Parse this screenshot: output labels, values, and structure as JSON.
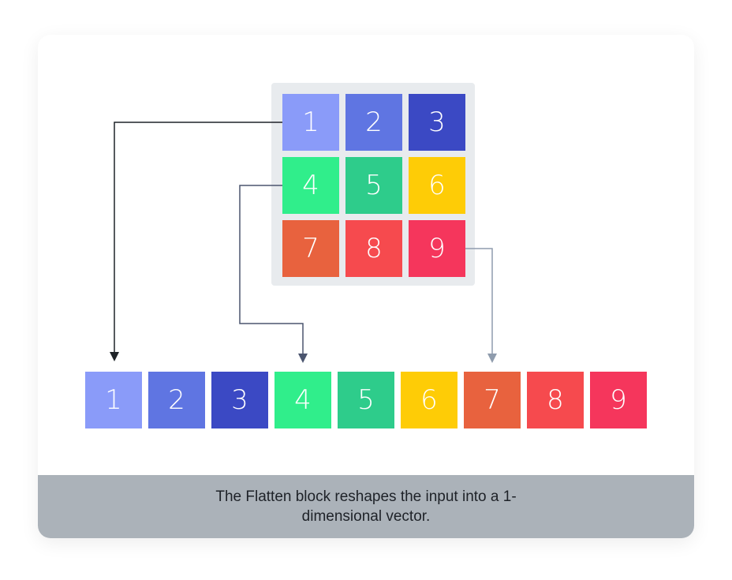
{
  "input_grid": {
    "cells": [
      {
        "label": "1",
        "color": "#8a9bf9"
      },
      {
        "label": "2",
        "color": "#5f75e2"
      },
      {
        "label": "3",
        "color": "#3b49c4"
      },
      {
        "label": "4",
        "color": "#30ee8b"
      },
      {
        "label": "5",
        "color": "#2ecc8b"
      },
      {
        "label": "6",
        "color": "#fecc06"
      },
      {
        "label": "7",
        "color": "#e8623e"
      },
      {
        "label": "8",
        "color": "#f64a4e"
      },
      {
        "label": "9",
        "color": "#f5365c"
      }
    ]
  },
  "output_vector": {
    "cells": [
      {
        "label": "1",
        "color": "#8a9bf9"
      },
      {
        "label": "2",
        "color": "#5f75e2"
      },
      {
        "label": "3",
        "color": "#3b49c4"
      },
      {
        "label": "4",
        "color": "#30ee8b"
      },
      {
        "label": "5",
        "color": "#2ecc8b"
      },
      {
        "label": "6",
        "color": "#fecc06"
      },
      {
        "label": "7",
        "color": "#e8623e"
      },
      {
        "label": "8",
        "color": "#f64a4e"
      },
      {
        "label": "9",
        "color": "#f5365c"
      }
    ]
  },
  "caption": "The Flatten block reshapes the input into a 1-dimensional vector."
}
